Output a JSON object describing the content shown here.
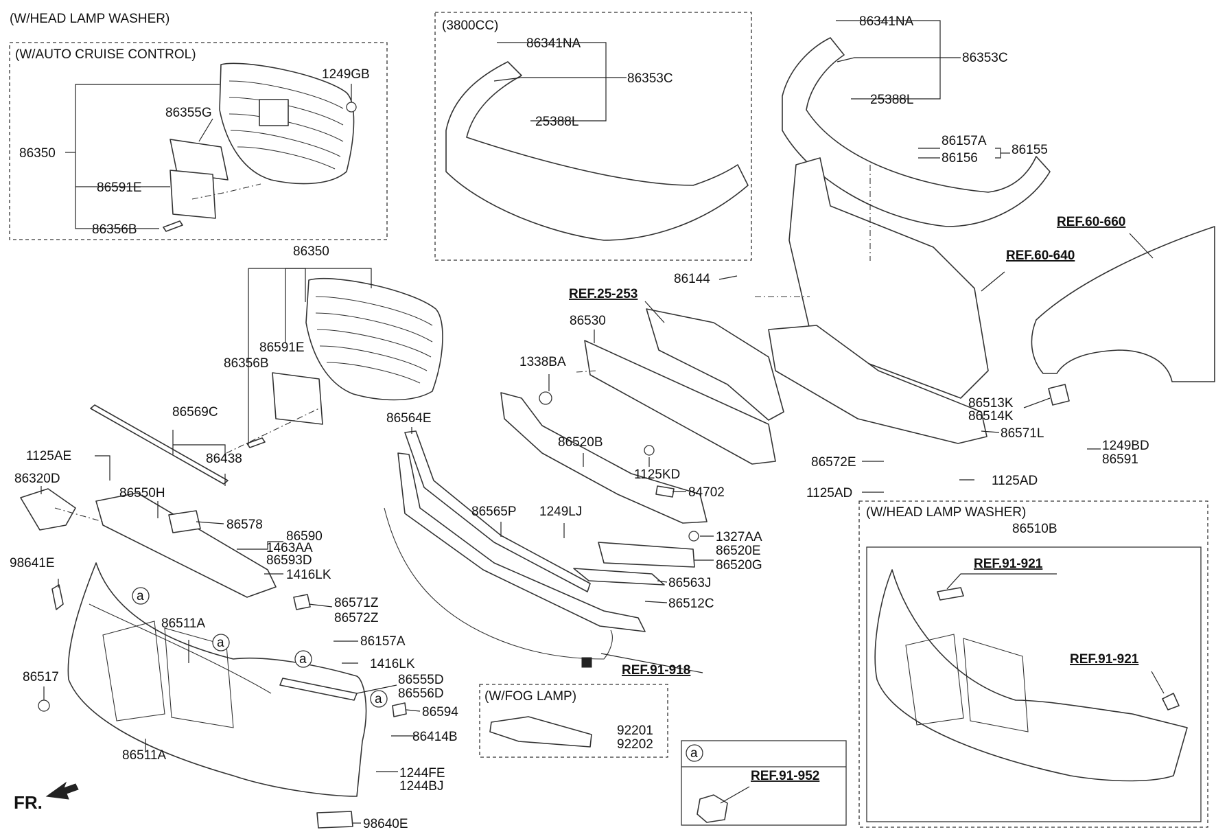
{
  "headers": {
    "top_left": "(W/HEAD LAMP WASHER)",
    "auto_cruise": "(W/AUTO CRUISE CONTROL)",
    "engine": "(3800CC)",
    "washer_box": "(W/HEAD LAMP WASHER)",
    "fog_lamp": "(W/FOG LAMP)",
    "detail_a": "a"
  },
  "front_indicator": "FR.",
  "labels": {
    "l_86350_a": "86350",
    "l_1249GB": "1249GB",
    "l_86355G": "86355G",
    "l_86591E_a": "86591E",
    "l_86356B_a": "86356B",
    "l_86350_b": "86350",
    "l_86591E_b": "86591E",
    "l_86356B_b": "86356B",
    "l_86569C": "86569C",
    "l_86438": "86438",
    "l_1125AE": "1125AE",
    "l_86320D": "86320D",
    "l_86550H": "86550H",
    "l_86578": "86578",
    "l_86590": "86590",
    "l_1463AA": "1463AA",
    "l_86593D": "86593D",
    "l_1416LK_a": "1416LK",
    "l_98641E": "98641E",
    "l_86571Z": "86571Z",
    "l_86572Z": "86572Z",
    "l_86511A_a": "86511A",
    "l_86157A_a": "86157A",
    "l_1416LK_b": "1416LK",
    "l_86517": "86517",
    "l_86555D": "86555D",
    "l_86556D": "86556D",
    "l_86594": "86594",
    "l_86414B": "86414B",
    "l_86511A_b": "86511A",
    "l_1244FE": "1244FE",
    "l_1244BJ": "1244BJ",
    "l_98640E": "98640E",
    "l_86341NA_a": "86341NA",
    "l_86353C_a": "86353C",
    "l_25388L_a": "25388L",
    "l_86341NA_b": "86341NA",
    "l_86353C_b": "86353C",
    "l_25388L_b": "25388L",
    "l_86157A_b": "86157A",
    "l_86155": "86155",
    "l_86156": "86156",
    "l_86144": "86144",
    "l_86530": "86530",
    "l_1338BA": "1338BA",
    "l_86564E": "86564E",
    "l_86520B": "86520B",
    "l_1125KD": "1125KD",
    "l_84702": "84702",
    "l_86565P": "86565P",
    "l_1249LJ": "1249LJ",
    "l_1327AA": "1327AA",
    "l_86520E": "86520E",
    "l_86520G": "86520G",
    "l_86563J": "86563J",
    "l_86512C": "86512C",
    "l_86513K": "86513K",
    "l_86514K": "86514K",
    "l_86571L": "86571L",
    "l_86572E": "86572E",
    "l_1125AD_a": "1125AD",
    "l_1125AD_b": "1125AD",
    "l_1249BD": "1249BD",
    "l_86591": "86591",
    "l_86510B": "86510B",
    "l_92201": "92201",
    "l_92202": "92202"
  },
  "references": {
    "r_60_660": "REF.60-660",
    "r_60_640": "REF.60-640",
    "r_25_253": "REF.25-253",
    "r_91_918": "REF.91-918",
    "r_91_921_a": "REF.91-921",
    "r_91_921_b": "REF.91-921",
    "r_91_952": "REF.91-952"
  }
}
